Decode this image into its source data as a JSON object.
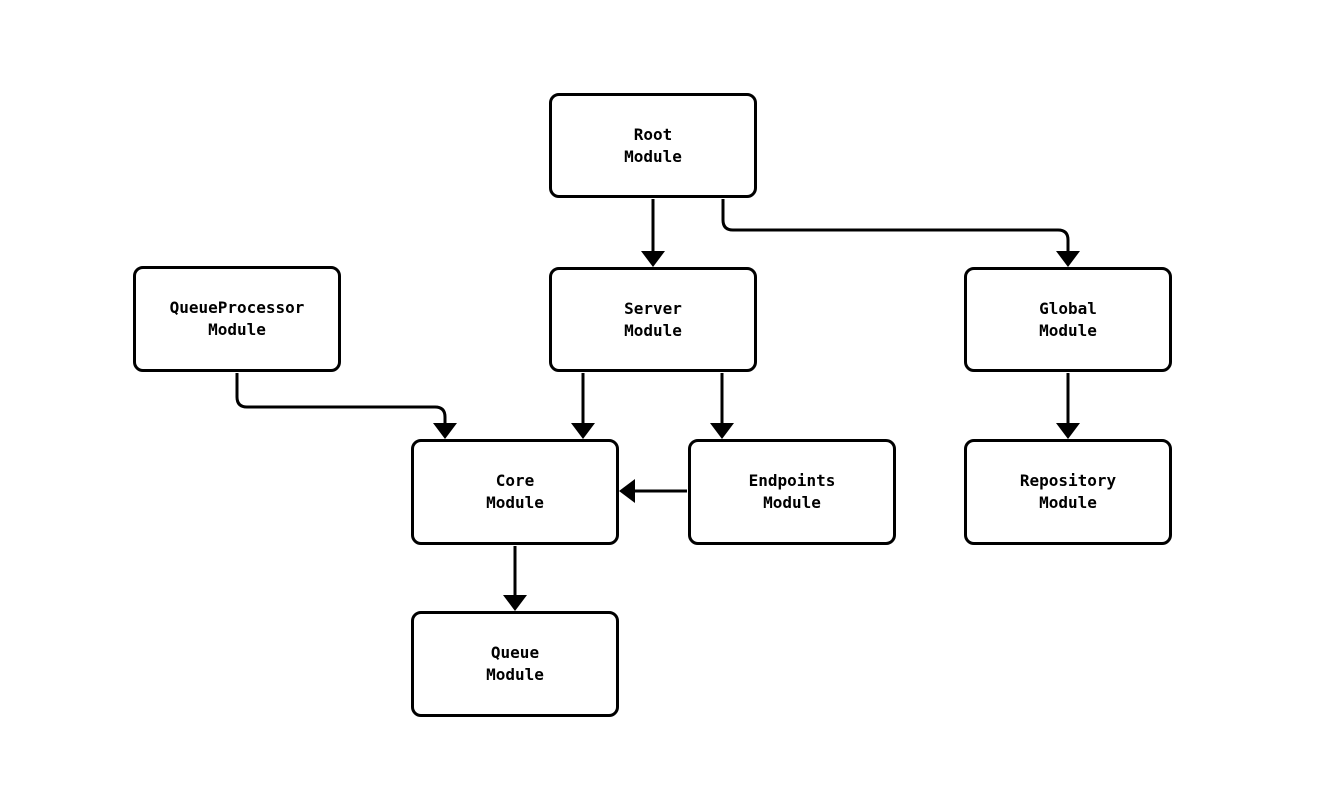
{
  "diagram": {
    "kind": "module-dependency-graph",
    "background_color": "#ffffff",
    "node_fill_color": "#ffffff",
    "node_border_color": "#000000",
    "edge_color": "#000000",
    "text_color": "#000000",
    "nodes": [
      {
        "id": "root",
        "label": "Root\nModule"
      },
      {
        "id": "queueprocessor",
        "label": "QueueProcessor\nModule"
      },
      {
        "id": "server",
        "label": "Server\nModule"
      },
      {
        "id": "global",
        "label": "Global\nModule"
      },
      {
        "id": "core",
        "label": "Core\nModule"
      },
      {
        "id": "endpoints",
        "label": "Endpoints\nModule"
      },
      {
        "id": "repository",
        "label": "Repository\nModule"
      },
      {
        "id": "queue",
        "label": "Queue\nModule"
      }
    ],
    "edges": [
      {
        "from": "root",
        "to": "server"
      },
      {
        "from": "root",
        "to": "global"
      },
      {
        "from": "queueprocessor",
        "to": "core"
      },
      {
        "from": "server",
        "to": "core"
      },
      {
        "from": "server",
        "to": "endpoints"
      },
      {
        "from": "endpoints",
        "to": "core"
      },
      {
        "from": "global",
        "to": "repository"
      },
      {
        "from": "core",
        "to": "queue"
      }
    ]
  }
}
